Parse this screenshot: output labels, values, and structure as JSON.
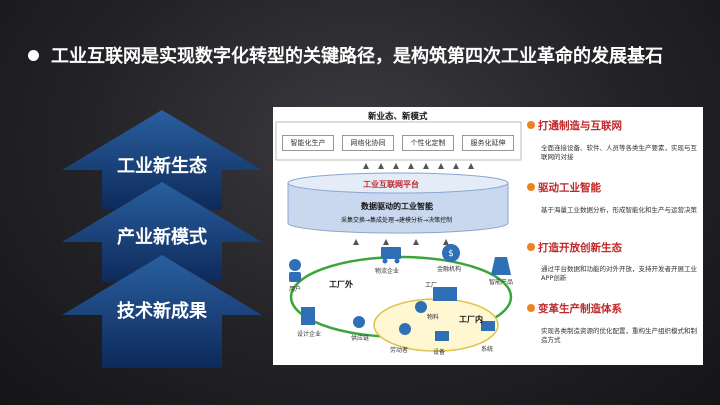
{
  "headline": "工业互联网是实现数字化转型的关键路径，是构筑第四次工业革命的发展基石",
  "arrows": [
    {
      "label": "工业新生态"
    },
    {
      "label": "产业新模式"
    },
    {
      "label": "技术新成果"
    }
  ],
  "diagram": {
    "top_title": "新业态、新模式",
    "top_boxes": [
      "智能化生产",
      "网络化协同",
      "个性化定制",
      "服务化延伸"
    ],
    "platform_title": "工业互联网平台",
    "platform_core": "数据驱动的工业智能",
    "platform_flow": "采集交换→集成处理→建模分析→决策控制",
    "outside_label": "工厂外",
    "inside_label": "工厂内",
    "nodes": {
      "user": "用户",
      "logistics": "物流企业",
      "finance": "金融机构",
      "smart_product": "智能产品",
      "design": "设计企业",
      "supply": "供应链",
      "factory": "工厂",
      "material": "物料",
      "worker": "劳动者",
      "equipment": "设备",
      "system": "系统"
    },
    "right_items": [
      {
        "title": "打通制造与互联网",
        "desc": "全面连接设备、软件、人员等各类生产要素，实现与互联网的对接"
      },
      {
        "title": "驱动工业智能",
        "desc": "基于海量工业数据分析，形成智能化和生产与运营决策"
      },
      {
        "title": "打造开放创新生态",
        "desc": "通过平台数据和功能的对外开放，支持开发者开展工业APP创新"
      },
      {
        "title": "变革生产制造体系",
        "desc": "实现各类制造资源的优化配置，重构生产组织模式和制造方式"
      }
    ],
    "colors": {
      "accent_red": "#c0282a",
      "accent_orange": "#e9841f",
      "loop_green": "#3aa63a",
      "platform_blue": "#4a7fc1"
    }
  }
}
